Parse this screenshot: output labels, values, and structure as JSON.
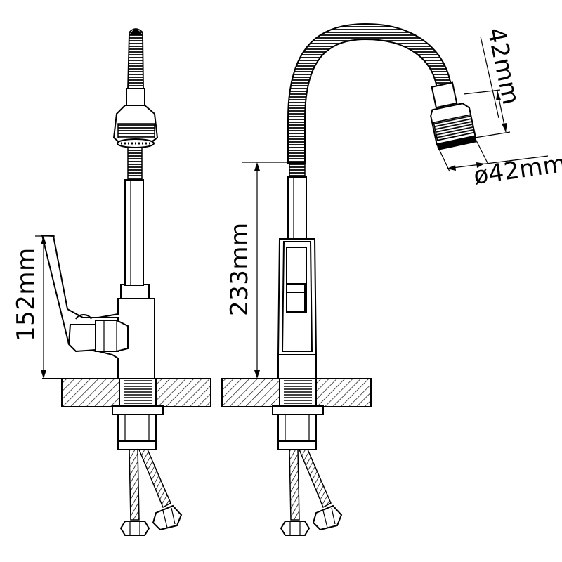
{
  "dimensions": {
    "height_side": "152mm",
    "height_front": "233mm",
    "head_height": "42mm",
    "head_diameter": "ø42mm"
  },
  "colors": {
    "line": "#000000",
    "background": "#ffffff"
  }
}
